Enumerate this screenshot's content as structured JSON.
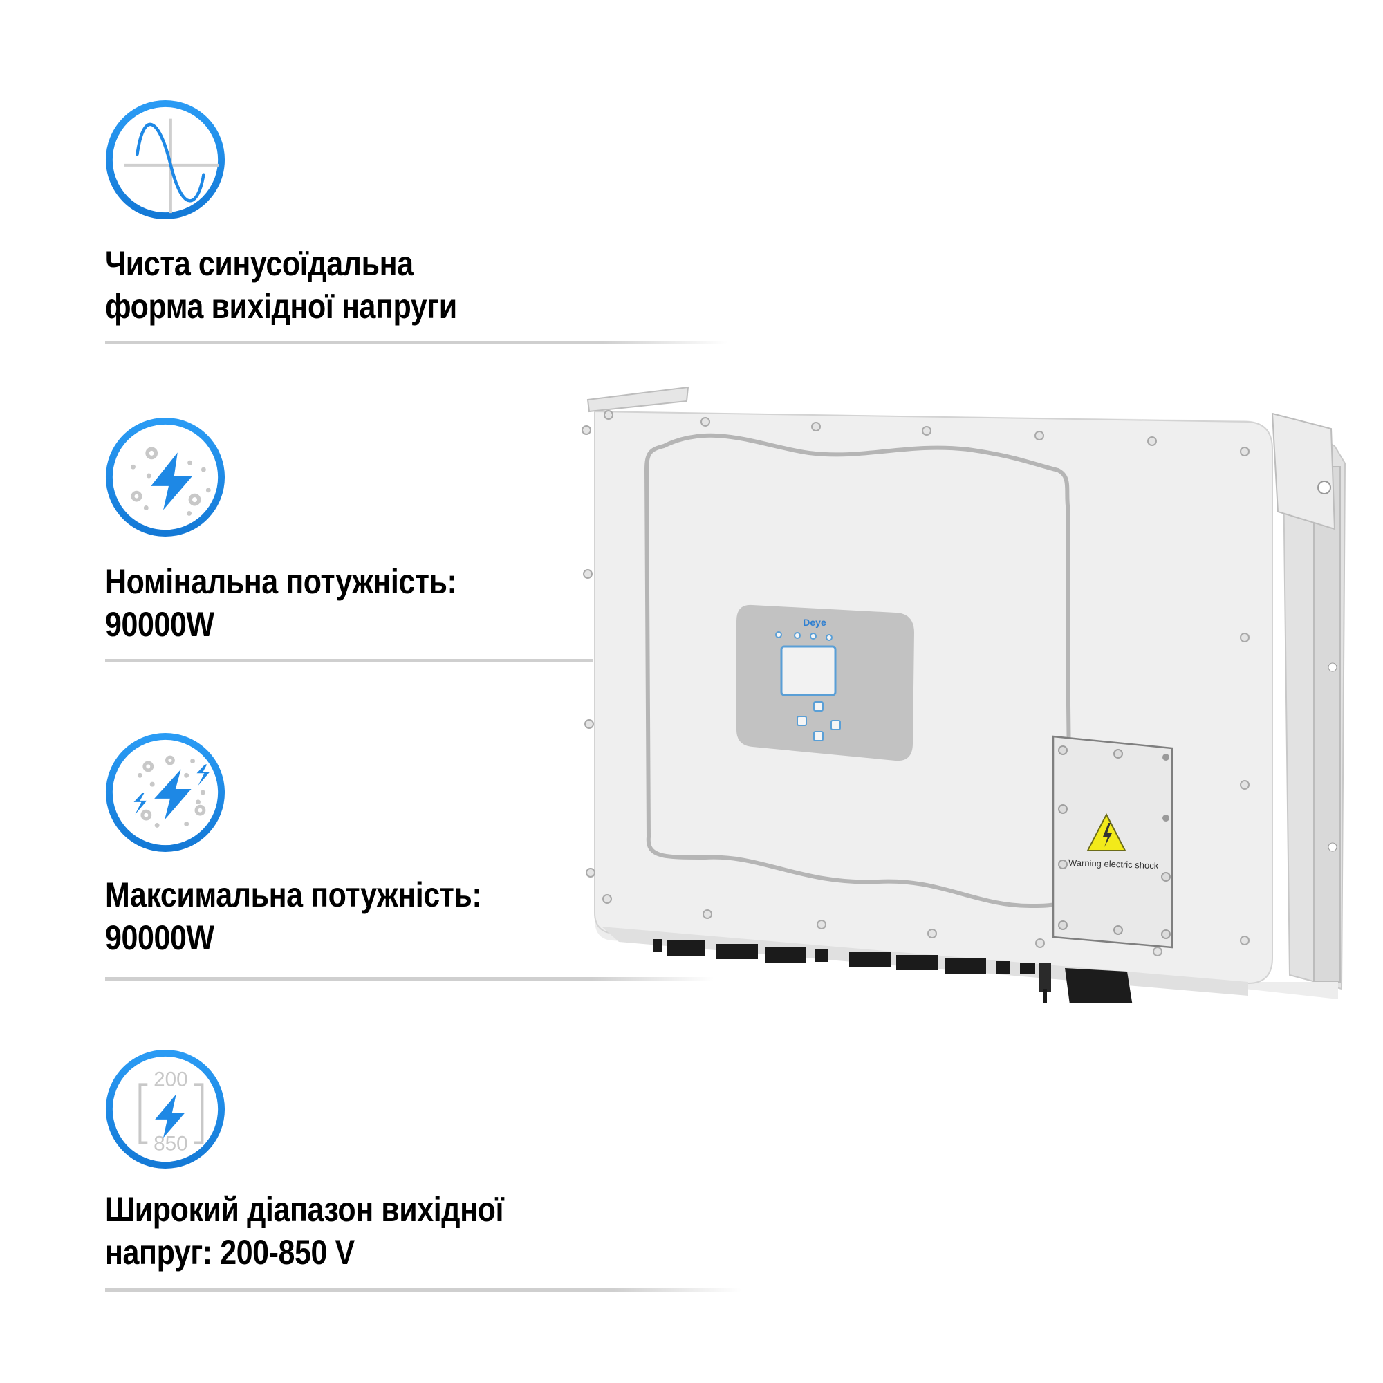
{
  "features": [
    {
      "icon": "sine-wave-icon",
      "line1": "Чиста синусоїдальна",
      "line2": "форма вихідної напруги"
    },
    {
      "icon": "lightning-bolt-icon",
      "line1": "Номінальна потужність:",
      "line2": "90000W"
    },
    {
      "icon": "multiple-lightning-bolts-icon",
      "line1": "Максимальна потужність:",
      "line2": "90000W"
    },
    {
      "icon": "voltage-range-icon",
      "icon_range_top": "200",
      "icon_range_bottom": "850",
      "line1": "Широкий діапазон вихідної",
      "line2": "напруг: 200-850 V"
    }
  ],
  "product": {
    "brand_logo": "Deye",
    "warning_label": "Warning electric shock"
  },
  "colors": {
    "accent_blue": "#1e88e5",
    "icon_gray": "#c8c8c8",
    "text": "#000000",
    "divider": "#cfcfcf",
    "warning_yellow": "#f2ea1a"
  }
}
